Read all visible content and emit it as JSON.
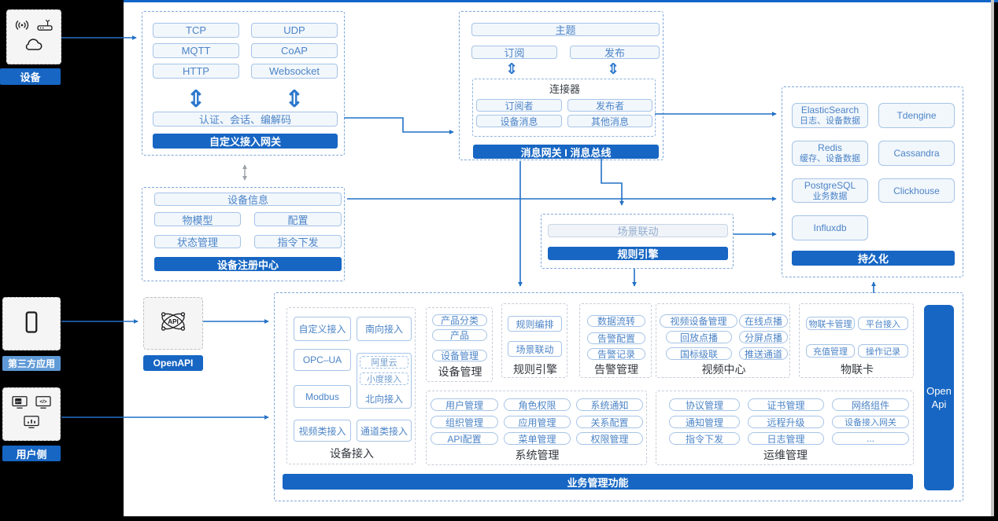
{
  "rail": {
    "device_label": "设备",
    "third_party_label": "第三方应用",
    "user_label": "用户侧"
  },
  "openapi": {
    "label": "OpenAPI"
  },
  "gateway": {
    "protocols": [
      "TCP",
      "UDP",
      "MQTT",
      "CoAP",
      "HTTP",
      "Websocket"
    ],
    "codec": "认证、会话、编解码",
    "title": "自定义接入网关"
  },
  "registry": {
    "info": "设备信息",
    "items": [
      "物模型",
      "配置",
      "状态管理",
      "指令下发"
    ],
    "title": "设备注册中心"
  },
  "bus": {
    "topic": "主题",
    "subscribe": "订阅",
    "publish": "发布",
    "connector_title": "连接器",
    "connector_items": [
      "订阅者",
      "发布者",
      "设备消息",
      "其他消息"
    ],
    "title": "消息网关 I 消息总线"
  },
  "persistence": {
    "stores": [
      {
        "name": "ElasticSearch",
        "desc": "日志、设备数据"
      },
      {
        "name": "Tdengine",
        "desc": ""
      },
      {
        "name": "Redis",
        "desc": "缓存、设备数据"
      },
      {
        "name": "Cassandra",
        "desc": ""
      },
      {
        "name": "PostgreSQL",
        "desc": "业务数据"
      },
      {
        "name": "Clickhouse",
        "desc": ""
      },
      {
        "name": "Influxdb",
        "desc": ""
      }
    ],
    "title": "持久化"
  },
  "scene": {
    "button": "场景联动",
    "title": "规则引擎"
  },
  "business": {
    "title": "业务管理功能",
    "openapi_bar": "Open Api",
    "groups": {
      "access": {
        "label": "设备接入",
        "items": [
          "自定义接入",
          "南向接入",
          "OPC–UA",
          "Modbus",
          "视频类接入",
          "通道类接入"
        ],
        "north_label": "北向接入",
        "north_items": [
          "阿里云",
          "小度接入"
        ]
      },
      "device": {
        "label": "设备管理",
        "items": [
          "产品分类",
          "产品",
          "设备管理"
        ]
      },
      "rule": {
        "label": "规则引擎",
        "items": [
          "规则编排",
          "场景联动"
        ]
      },
      "alarm": {
        "label": "告警管理",
        "items": [
          "数据流转",
          "告警配置",
          "告警记录"
        ]
      },
      "video": {
        "label": "视频中心",
        "items": [
          "视频设备管理",
          "在线点播",
          "回放点播",
          "分屏点播",
          "国标级联",
          "推送通道"
        ]
      },
      "card": {
        "label": "物联卡",
        "items": [
          "物联卡管理",
          "平台接入",
          "充值管理",
          "操作记录"
        ]
      },
      "system": {
        "label": "系统管理",
        "items": [
          "用户管理",
          "角色权限",
          "系统通知",
          "组织管理",
          "应用管理",
          "关系配置",
          "API配置",
          "菜单管理",
          "权限管理"
        ]
      },
      "ops": {
        "label": "运维管理",
        "items": [
          "协议管理",
          "证书管理",
          "网络组件",
          "通知管理",
          "远程升级",
          "设备接入网关",
          "指令下发",
          "日志管理",
          "..."
        ]
      }
    }
  },
  "colors": {
    "primary": "#1766C3",
    "line": "#2271C6"
  }
}
